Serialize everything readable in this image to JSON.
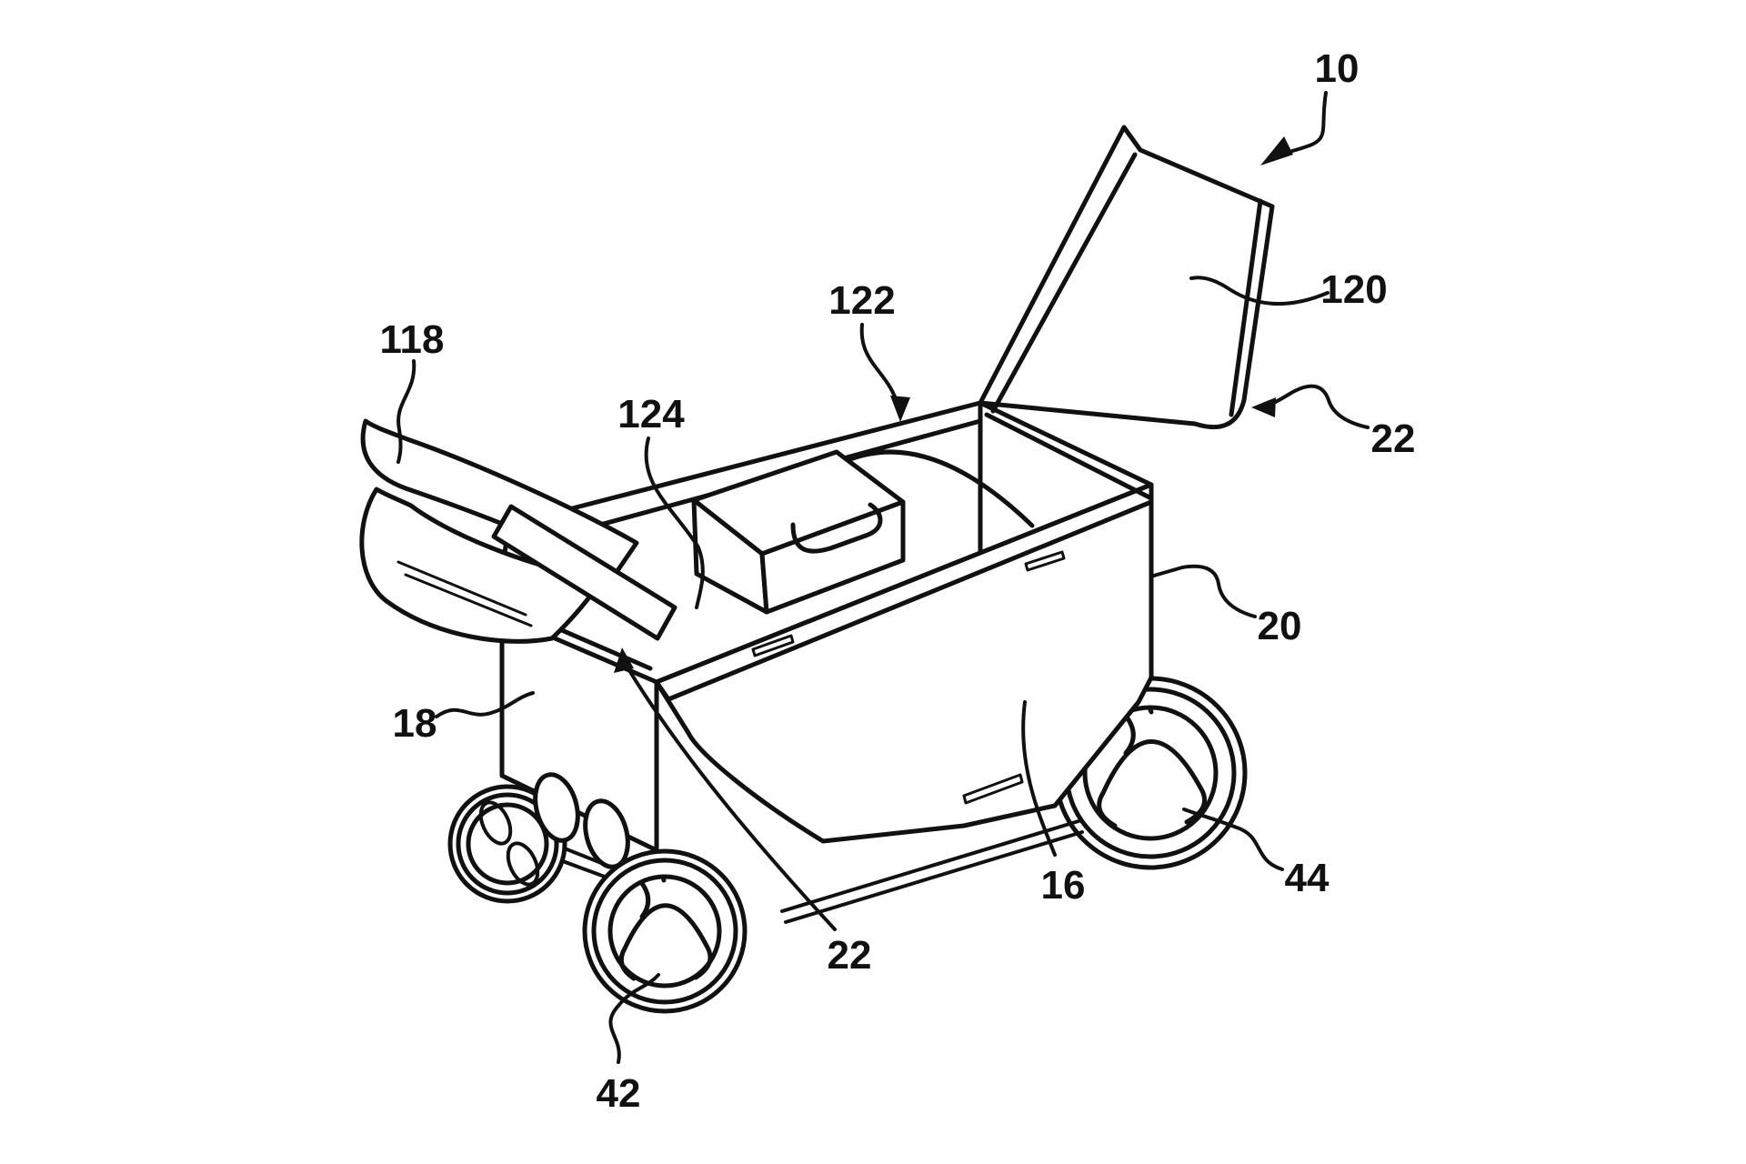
{
  "figure": {
    "background": "#ffffff",
    "ink": "#111111",
    "description": "Patent-style line drawing of a wheeled cart (wagon) with an open lid, interior storage box, front handle tray and four wheels",
    "callouts": {
      "c10": "10",
      "c118": "118",
      "c122": "122",
      "c124": "124",
      "c120": "120",
      "c22_right": "22",
      "c20": "20",
      "c18": "18",
      "c16": "16",
      "c44": "44",
      "c42": "42",
      "c22_bottom": "22"
    }
  }
}
